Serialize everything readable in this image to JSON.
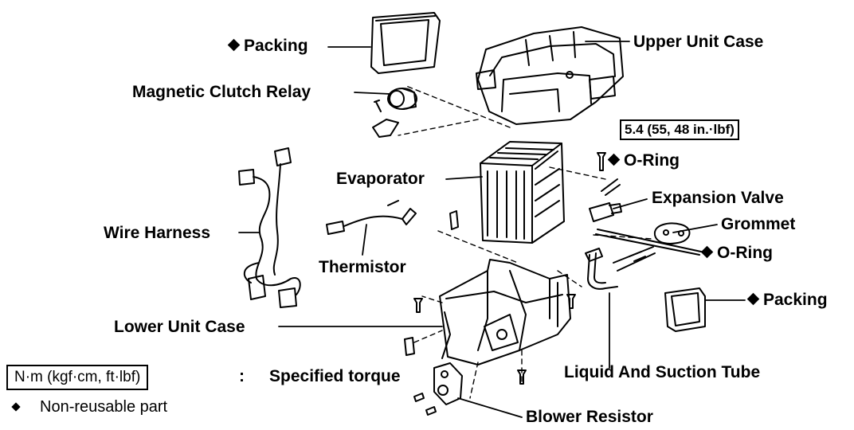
{
  "labels": {
    "packing_top": "Packing",
    "upper_unit_case": "Upper Unit Case",
    "magnetic_clutch_relay": "Magnetic Clutch Relay",
    "torque_value": "5.4 (55, 48 in.·lbf)",
    "o_ring_top": "O-Ring",
    "evaporator": "Evaporator",
    "expansion_valve": "Expansion Valve",
    "grommet": "Grommet",
    "wire_harness": "Wire Harness",
    "o_ring_right": "O-Ring",
    "thermistor": "Thermistor",
    "packing_right": "Packing",
    "lower_unit_case": "Lower Unit Case",
    "liquid_and_suction_tube": "Liquid And Suction Tube",
    "blower_resistor": "Blower Resistor"
  },
  "legend": {
    "torque_unit": "N·m (kgf·cm, ft·lbf)",
    "separator": ":",
    "torque_meaning": "Specified torque",
    "non_reusable": "Non-reusable part"
  },
  "colors": {
    "ink": "#000000",
    "paper": "#ffffff"
  }
}
